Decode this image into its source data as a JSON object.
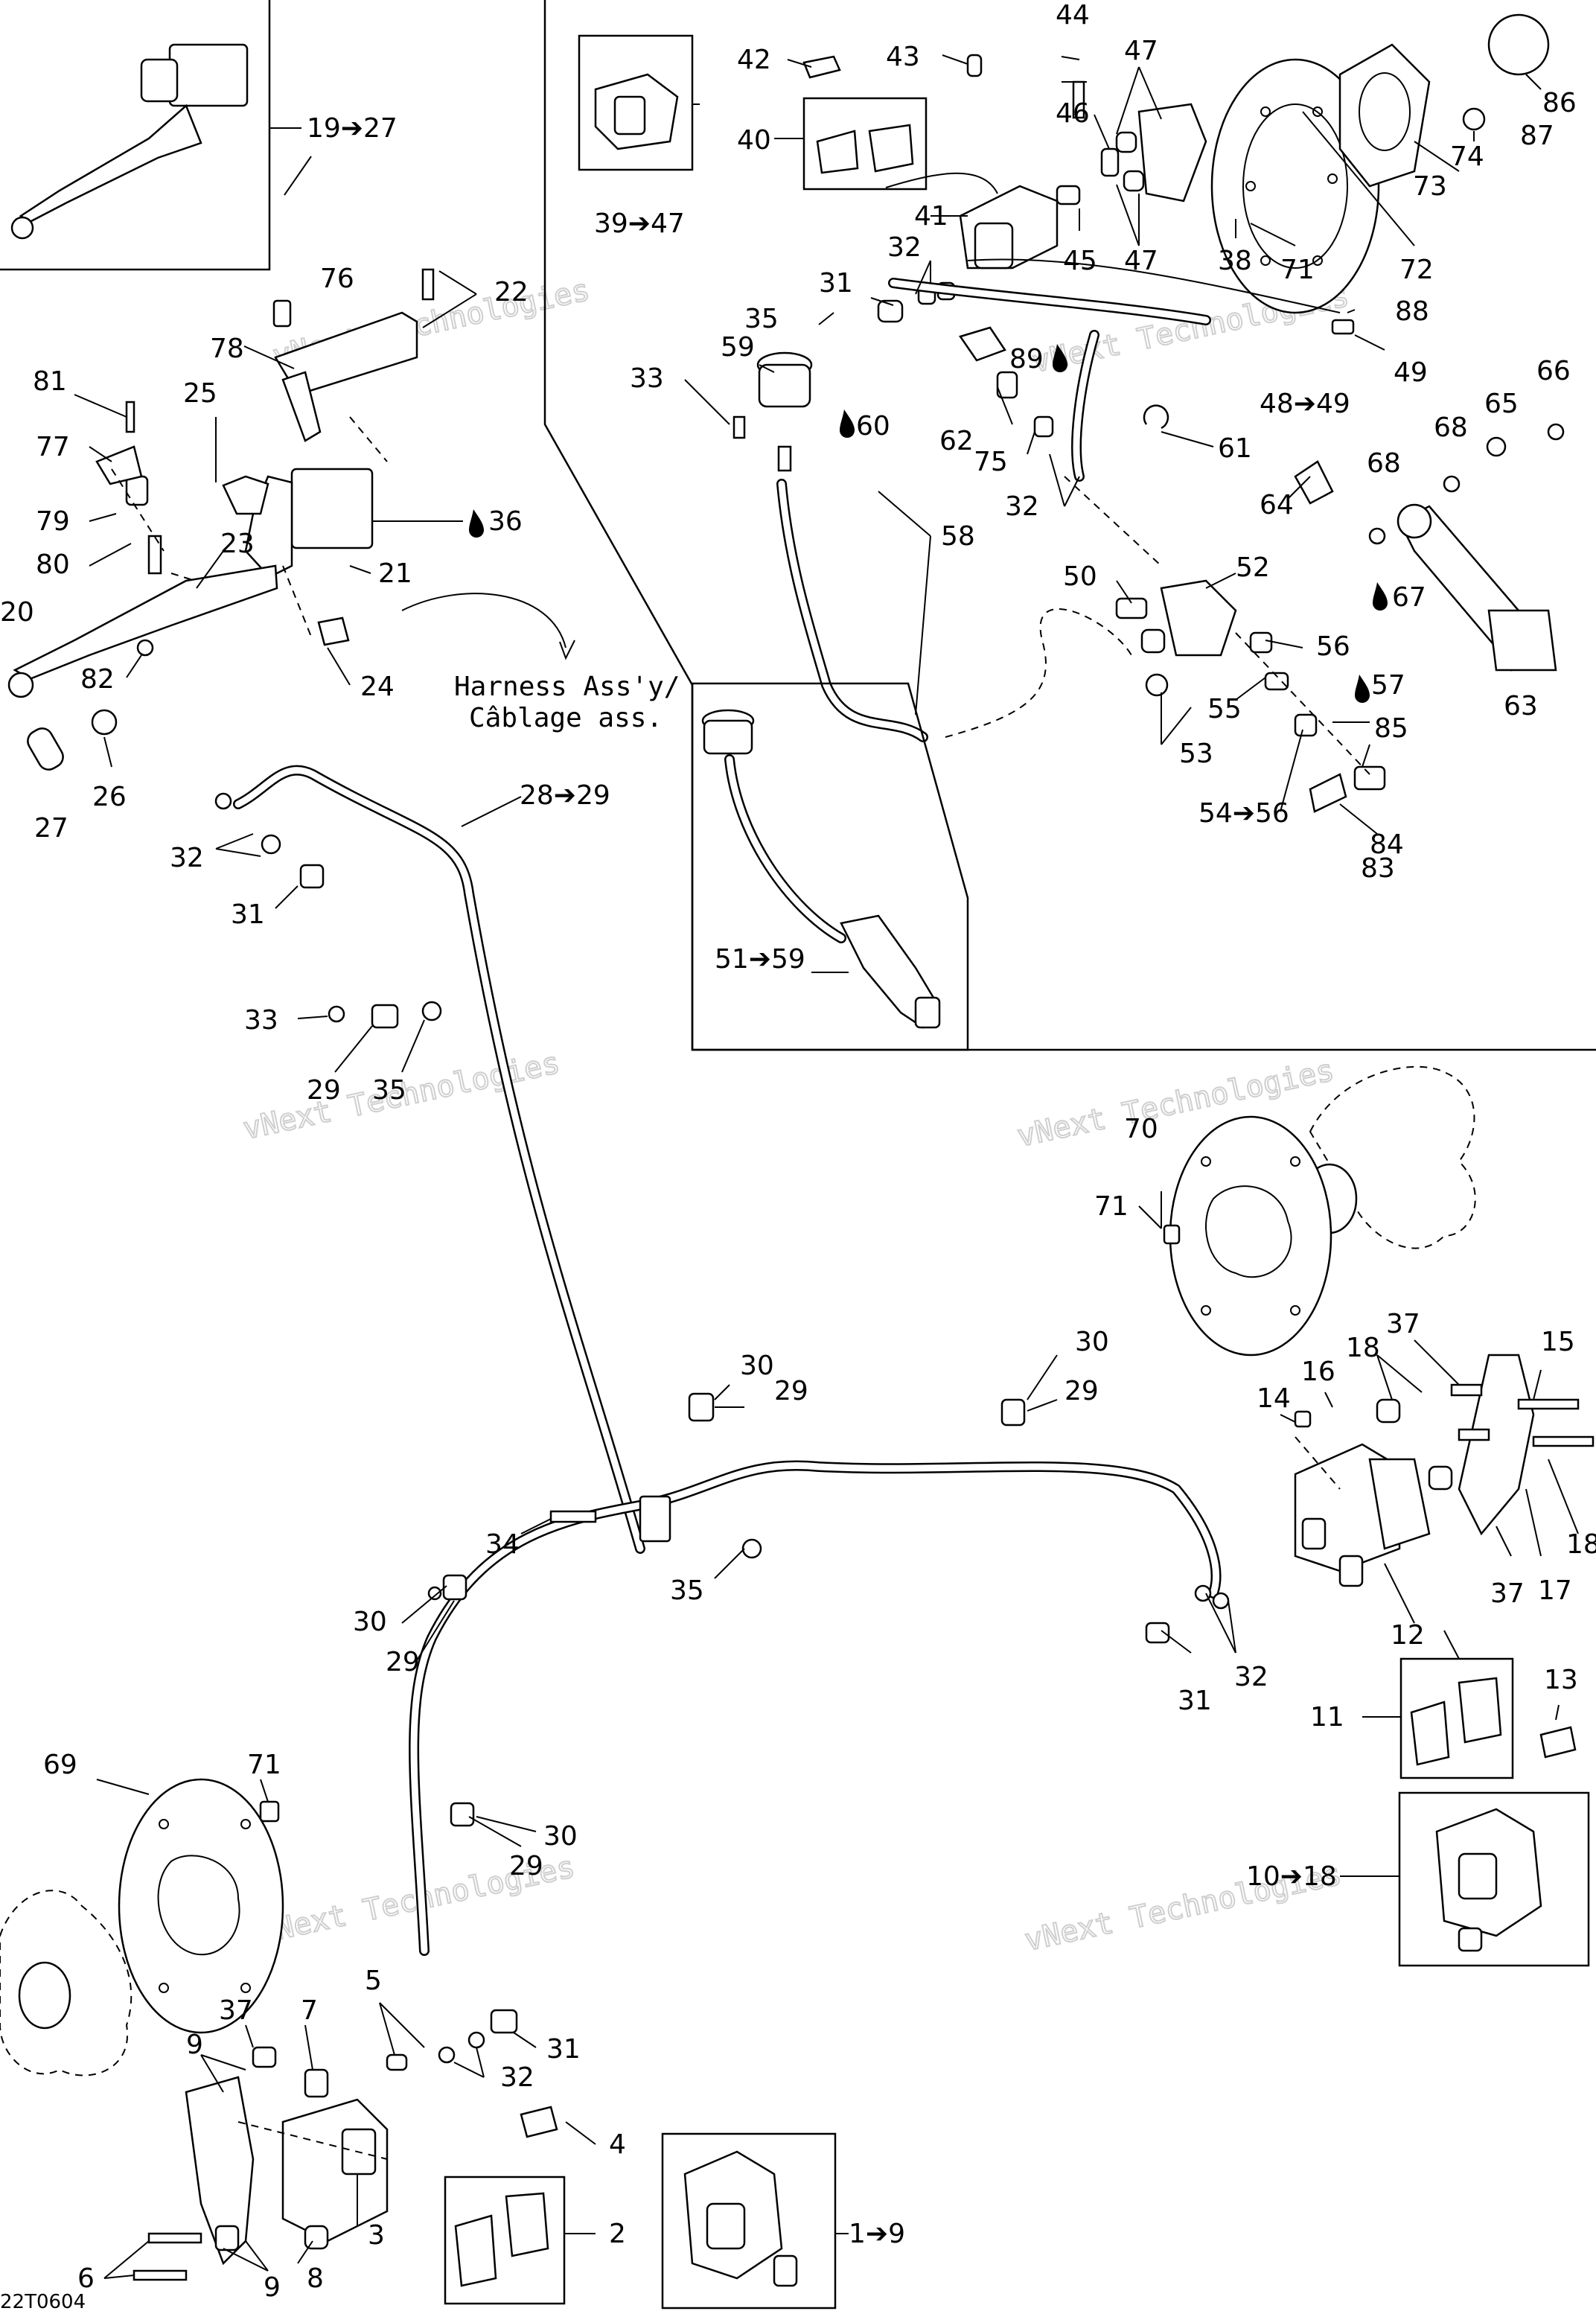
{
  "diagram": {
    "watermark": "vNext Technologies",
    "drawing_code": "22T0604",
    "note_harness": [
      "Harness Ass'y/",
      "Câblage ass."
    ],
    "labels": [
      {
        "id": "19-27",
        "text": "19➔27"
      },
      {
        "id": "76",
        "text": "76"
      },
      {
        "id": "22",
        "text": "22"
      },
      {
        "id": "78",
        "text": "78"
      },
      {
        "id": "81",
        "text": "81"
      },
      {
        "id": "25",
        "text": "25"
      },
      {
        "id": "77",
        "text": "77"
      },
      {
        "id": "36",
        "text": "36"
      },
      {
        "id": "79",
        "text": "79"
      },
      {
        "id": "80",
        "text": "80"
      },
      {
        "id": "23",
        "text": "23"
      },
      {
        "id": "21",
        "text": "21"
      },
      {
        "id": "20",
        "text": "20"
      },
      {
        "id": "82",
        "text": "82"
      },
      {
        "id": "24",
        "text": "24"
      },
      {
        "id": "27",
        "text": "27"
      },
      {
        "id": "26",
        "text": "26"
      },
      {
        "id": "28-29",
        "text": "28➔29"
      },
      {
        "id": "32a",
        "text": "32"
      },
      {
        "id": "31a",
        "text": "31"
      },
      {
        "id": "33a",
        "text": "33"
      },
      {
        "id": "29a",
        "text": "29"
      },
      {
        "id": "35a",
        "text": "35"
      },
      {
        "id": "42",
        "text": "42"
      },
      {
        "id": "43",
        "text": "43"
      },
      {
        "id": "44",
        "text": "44"
      },
      {
        "id": "47a",
        "text": "47"
      },
      {
        "id": "86",
        "text": "86"
      },
      {
        "id": "40",
        "text": "40"
      },
      {
        "id": "46",
        "text": "46"
      },
      {
        "id": "87",
        "text": "87"
      },
      {
        "id": "74",
        "text": "74"
      },
      {
        "id": "73",
        "text": "73"
      },
      {
        "id": "39-47",
        "text": "39➔47"
      },
      {
        "id": "41",
        "text": "41"
      },
      {
        "id": "45",
        "text": "45"
      },
      {
        "id": "47b",
        "text": "47"
      },
      {
        "id": "38",
        "text": "38"
      },
      {
        "id": "71a",
        "text": "71"
      },
      {
        "id": "72",
        "text": "72"
      },
      {
        "id": "32b",
        "text": "32"
      },
      {
        "id": "31b",
        "text": "31"
      },
      {
        "id": "88",
        "text": "88"
      },
      {
        "id": "35b",
        "text": "35"
      },
      {
        "id": "89",
        "text": "89"
      },
      {
        "id": "49",
        "text": "49"
      },
      {
        "id": "59",
        "text": "59"
      },
      {
        "id": "33b",
        "text": "33"
      },
      {
        "id": "48-49",
        "text": "48➔49"
      },
      {
        "id": "66",
        "text": "66"
      },
      {
        "id": "60",
        "text": "60"
      },
      {
        "id": "62",
        "text": "62"
      },
      {
        "id": "65",
        "text": "65"
      },
      {
        "id": "68a",
        "text": "68"
      },
      {
        "id": "61",
        "text": "61"
      },
      {
        "id": "75",
        "text": "75"
      },
      {
        "id": "64",
        "text": "64"
      },
      {
        "id": "68b",
        "text": "68"
      },
      {
        "id": "32c",
        "text": "32"
      },
      {
        "id": "58",
        "text": "58"
      },
      {
        "id": "50",
        "text": "50"
      },
      {
        "id": "52",
        "text": "52"
      },
      {
        "id": "67",
        "text": "67"
      },
      {
        "id": "56",
        "text": "56"
      },
      {
        "id": "57",
        "text": "57"
      },
      {
        "id": "55",
        "text": "55"
      },
      {
        "id": "85",
        "text": "85"
      },
      {
        "id": "63",
        "text": "63"
      },
      {
        "id": "53",
        "text": "53"
      },
      {
        "id": "54-56",
        "text": "54➔56"
      },
      {
        "id": "84",
        "text": "84"
      },
      {
        "id": "83",
        "text": "83"
      },
      {
        "id": "51-59",
        "text": "51➔59"
      },
      {
        "id": "70",
        "text": "70"
      },
      {
        "id": "71b",
        "text": "71"
      },
      {
        "id": "37a",
        "text": "37"
      },
      {
        "id": "18a",
        "text": "18"
      },
      {
        "id": "15",
        "text": "15"
      },
      {
        "id": "16",
        "text": "16"
      },
      {
        "id": "14",
        "text": "14"
      },
      {
        "id": "30a",
        "text": "30"
      },
      {
        "id": "30b",
        "text": "30"
      },
      {
        "id": "29b",
        "text": "29"
      },
      {
        "id": "29c",
        "text": "29"
      },
      {
        "id": "18b",
        "text": "18"
      },
      {
        "id": "34",
        "text": "34"
      },
      {
        "id": "35c",
        "text": "35"
      },
      {
        "id": "37b",
        "text": "37"
      },
      {
        "id": "17",
        "text": "17"
      },
      {
        "id": "30c",
        "text": "30"
      },
      {
        "id": "29d",
        "text": "29"
      },
      {
        "id": "12",
        "text": "12"
      },
      {
        "id": "31c",
        "text": "31"
      },
      {
        "id": "32d",
        "text": "32"
      },
      {
        "id": "11",
        "text": "11"
      },
      {
        "id": "13",
        "text": "13"
      },
      {
        "id": "69",
        "text": "69"
      },
      {
        "id": "71c",
        "text": "71"
      },
      {
        "id": "30d",
        "text": "30"
      },
      {
        "id": "29e",
        "text": "29"
      },
      {
        "id": "10-18",
        "text": "10➔18"
      },
      {
        "id": "5",
        "text": "5"
      },
      {
        "id": "37c",
        "text": "37"
      },
      {
        "id": "7",
        "text": "7"
      },
      {
        "id": "9a",
        "text": "9"
      },
      {
        "id": "31d",
        "text": "31"
      },
      {
        "id": "32e",
        "text": "32"
      },
      {
        "id": "4",
        "text": "4"
      },
      {
        "id": "3",
        "text": "3"
      },
      {
        "id": "2",
        "text": "2"
      },
      {
        "id": "6",
        "text": "6"
      },
      {
        "id": "8",
        "text": "8"
      },
      {
        "id": "9b",
        "text": "9"
      },
      {
        "id": "1-9",
        "text": "1➔9"
      }
    ]
  }
}
